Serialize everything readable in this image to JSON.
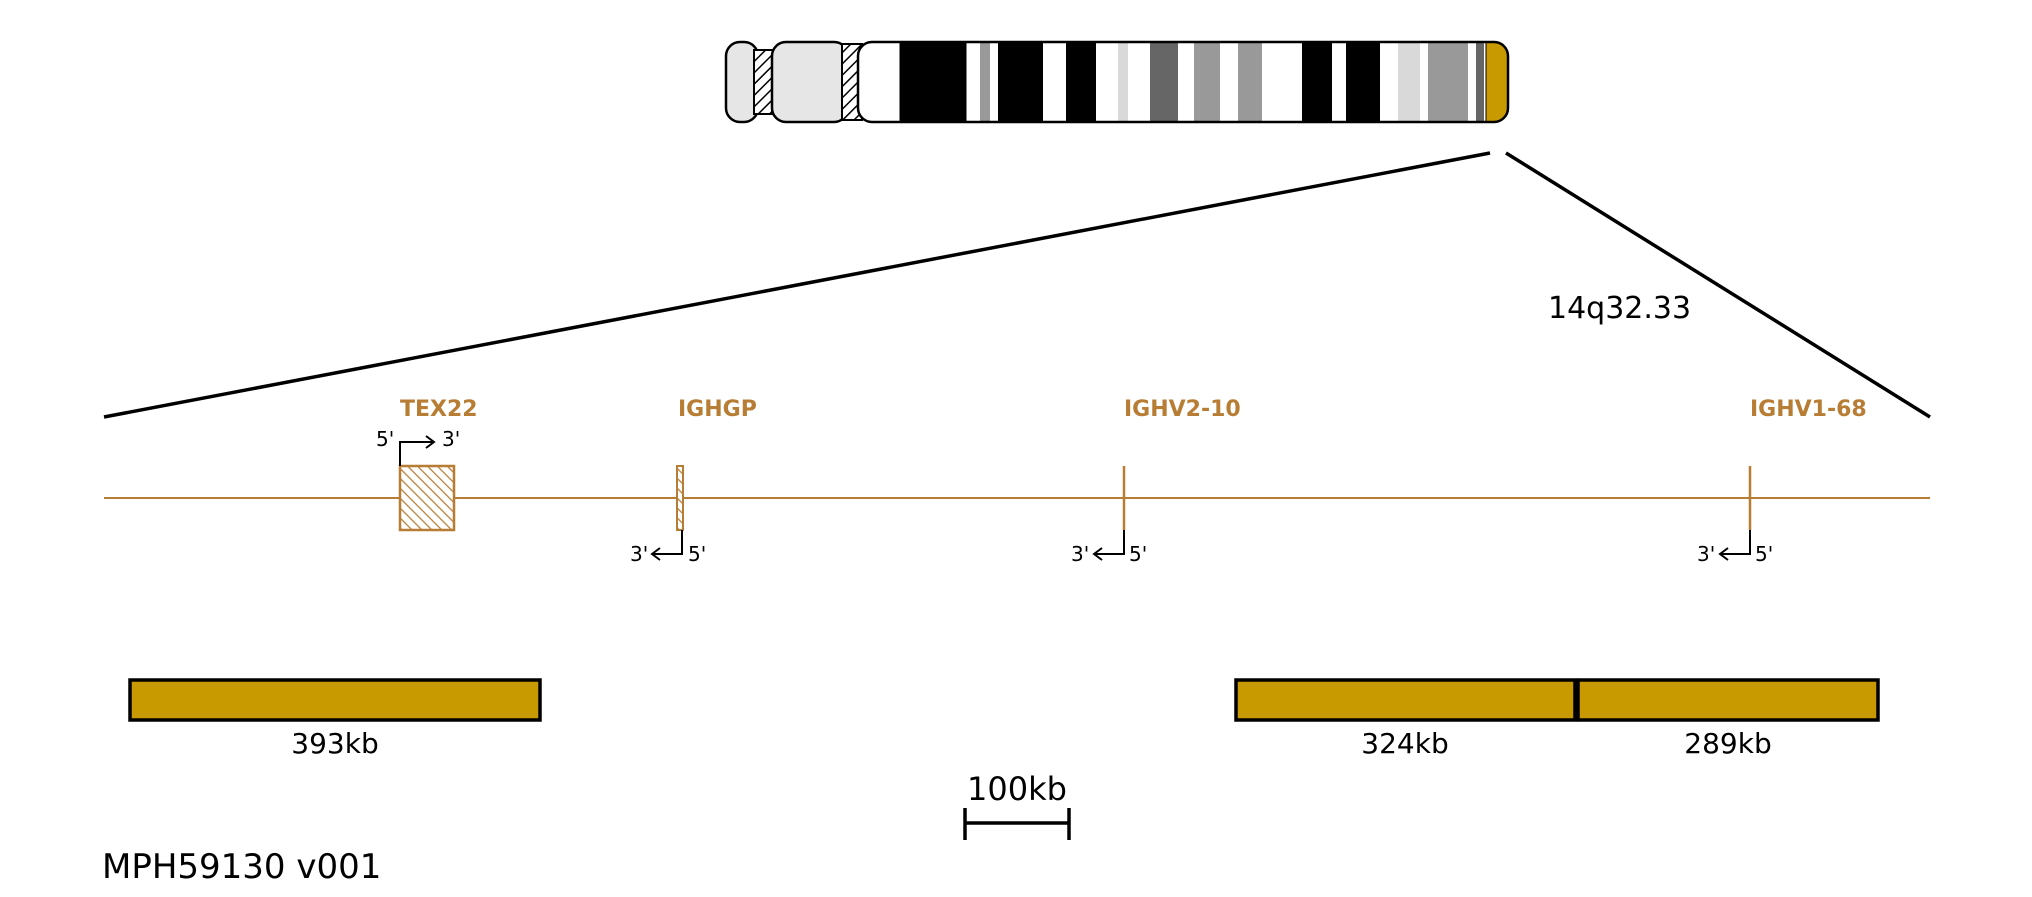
{
  "colors": {
    "gene": "#b87d34",
    "probe": "#c89a00",
    "outline": "#000000"
  },
  "band_label": "14q32.33",
  "genes": [
    {
      "name": "TEX22",
      "direction": "forward",
      "strand_left": "5'",
      "strand_right": "3'"
    },
    {
      "name": "IGHGP",
      "direction": "reverse",
      "strand_left": "3'",
      "strand_right": "5'"
    },
    {
      "name": "IGHV2-10",
      "direction": "reverse",
      "strand_left": "3'",
      "strand_right": "5'"
    },
    {
      "name": "IGHV1-68",
      "direction": "reverse",
      "strand_left": "3'",
      "strand_right": "5'"
    }
  ],
  "probes": [
    {
      "size_label": "393kb"
    },
    {
      "size_label": "324kb"
    },
    {
      "size_label": "289kb"
    }
  ],
  "scale_bar": {
    "label": "100kb"
  },
  "footer": {
    "product_code": "MPH59130 v001"
  }
}
